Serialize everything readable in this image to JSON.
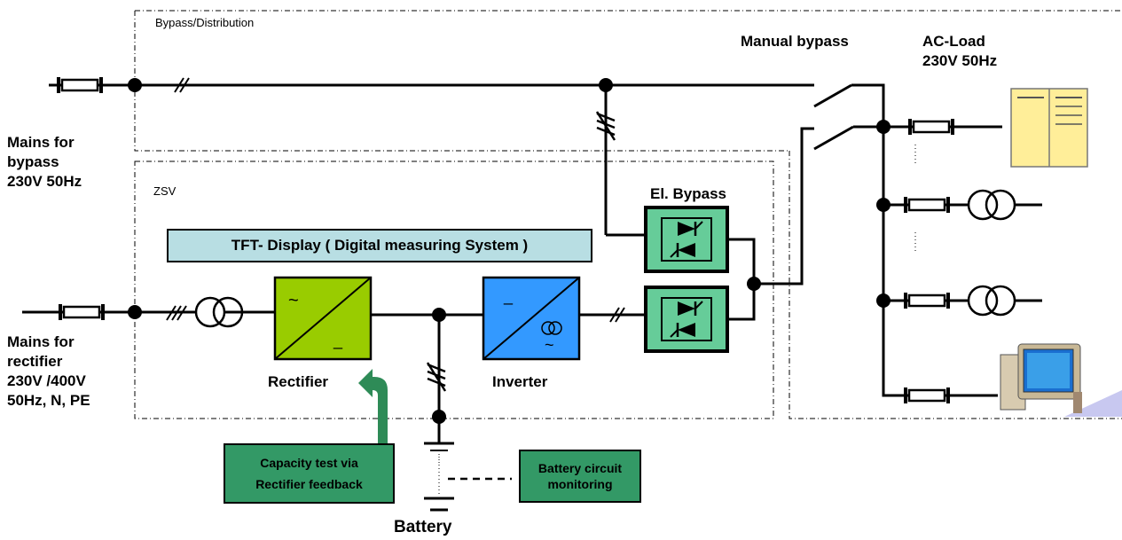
{
  "labels": {
    "bypass_region": "Bypass/Distribution",
    "zsv_region": "ZSV",
    "manual_bypass": "Manual bypass",
    "ac_load_line1": "AC-Load",
    "ac_load_line2": "230V 50Hz",
    "mains_bypass_line1": "Mains for",
    "mains_bypass_line2": "bypass",
    "mains_bypass_line3": "230V 50Hz",
    "mains_rect_line1": "Mains for",
    "mains_rect_line2": "rectifier",
    "mains_rect_line3": "230V /400V",
    "mains_rect_line4": "50Hz, N, PE",
    "el_bypass": "El. Bypass",
    "tft_display": "TFT- Display ( Digital measuring System )",
    "rectifier": "Rectifier",
    "inverter": "Inverter",
    "capacity_line1": "Capacity test via",
    "capacity_line2": "Rectifier feedback",
    "battery_mon_line1": "Battery circuit",
    "battery_mon_line2": "monitoring",
    "battery": "Battery"
  },
  "colors": {
    "rectifier_fill": "#99cc00",
    "inverter_fill": "#3399ff",
    "thyristor_fill": "#66cc99",
    "tft_fill": "#b8dee3",
    "info_box_fill": "#339966",
    "feedback_arrow": "#2e8b57",
    "cabinet_fill": "#ffee99"
  },
  "icons": [
    "fuse-icon",
    "transformer-icon",
    "thyristor-icon",
    "switch-icon",
    "server-cabinet-icon",
    "computer-icon",
    "ground-icon"
  ]
}
